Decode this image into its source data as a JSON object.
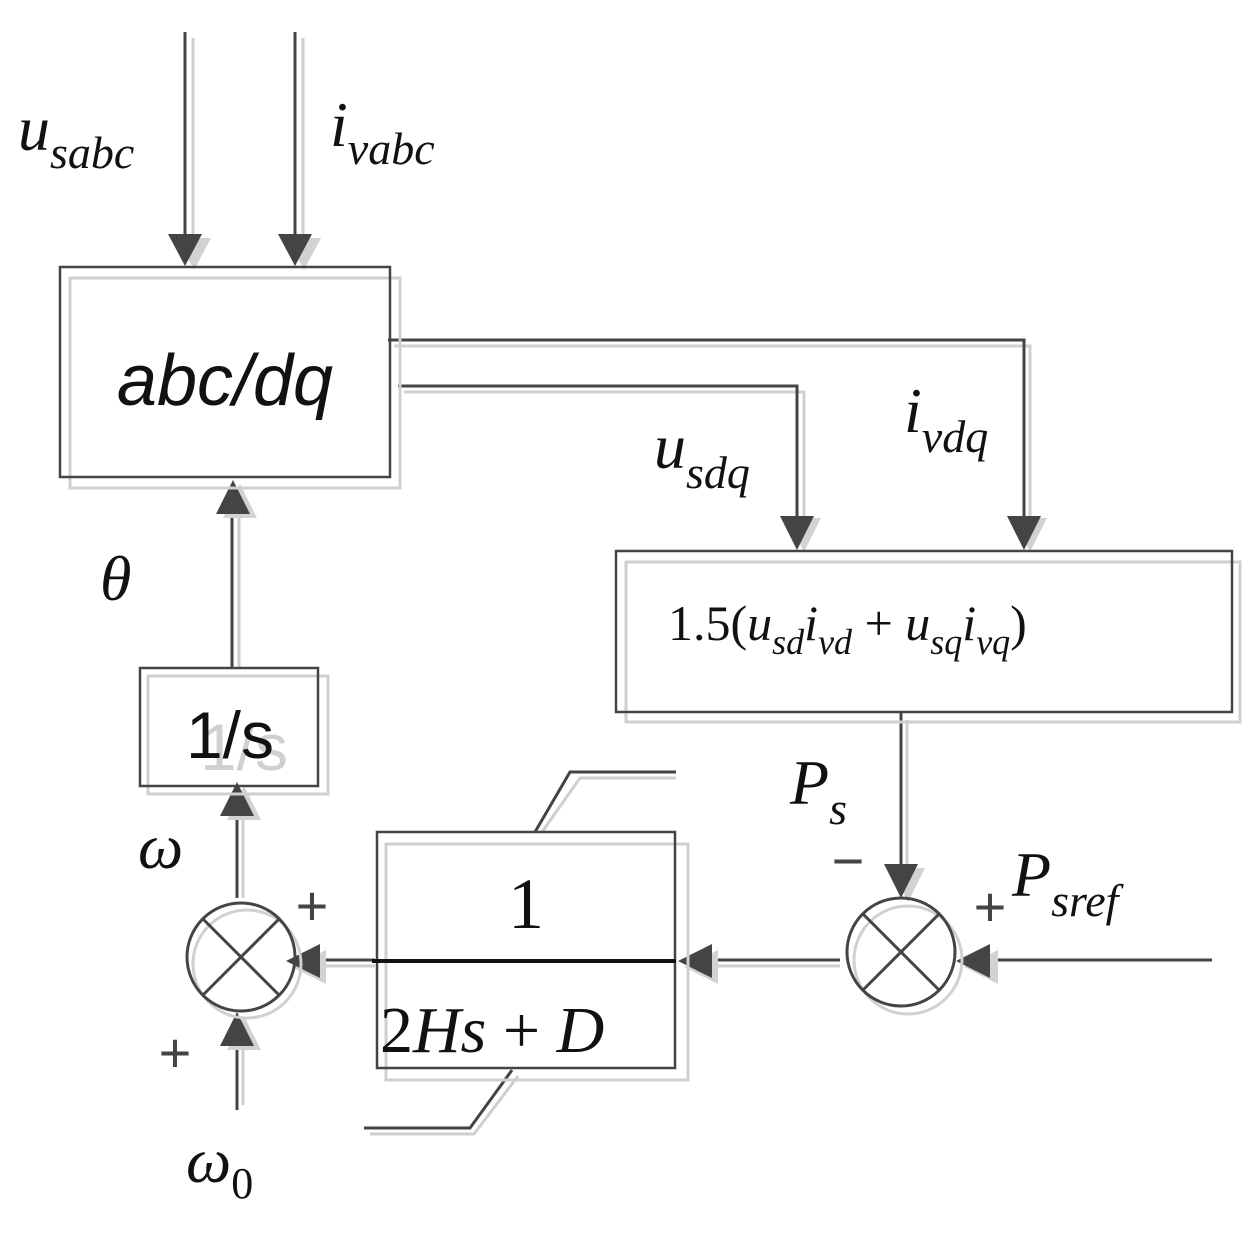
{
  "signals": {
    "u_sabc": {
      "base": "u",
      "sub": "sabc"
    },
    "i_vabc": {
      "base": "i",
      "sub": "vabc"
    },
    "u_sdq": {
      "base": "u",
      "sub": "sdq"
    },
    "i_vdq": {
      "base": "i",
      "sub": "vdq"
    },
    "theta": "θ",
    "omega": "ω",
    "omega0": {
      "base": "ω",
      "sub": "0"
    },
    "P_s": {
      "base": "P",
      "sub": "s"
    },
    "P_sref": {
      "base": "P",
      "sub": "sref"
    }
  },
  "blocks": {
    "abc_dq": "abc/dq",
    "integrator": "1/s",
    "power": {
      "coef": "1.5(",
      "u1": "u",
      "u1_sub": "sd",
      "i1": "i",
      "i1_sub": "vd",
      "plus": " + ",
      "u2": "u",
      "u2_sub": "sq",
      "i2": "i",
      "i2_sub": "vq",
      "close": ")"
    },
    "transfer": {
      "numerator": "1",
      "den_coef": "2",
      "den_H": "Hs",
      "den_plus": " + ",
      "den_D": "D"
    }
  },
  "signs": {
    "sum_left_right": "+",
    "sum_left_bottom": "+",
    "sum_right_top": "−",
    "sum_right_right": "+"
  }
}
